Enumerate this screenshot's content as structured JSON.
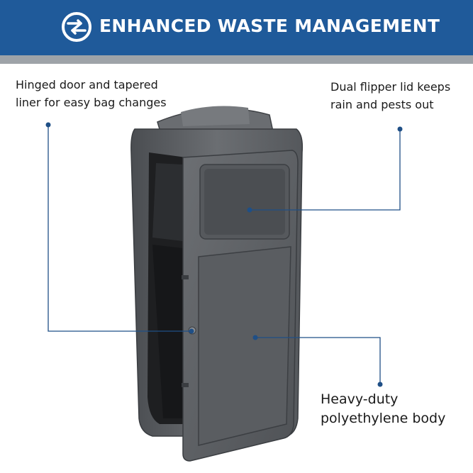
{
  "banner": {
    "title": "ENHANCED WASTE MANAGEMENT",
    "logo_icon": "recycle-arrows-logo-icon",
    "background_color": "#1f5a9a",
    "strip_color": "#9ea3a8"
  },
  "callouts": {
    "hinged_door": [
      "Hinged door and tapered",
      "liner for easy bag changes"
    ],
    "flipper_lid": [
      "Dual flipper lid keeps",
      "rain and pests out"
    ],
    "body": [
      "Heavy-duty",
      "polyethylene body"
    ]
  },
  "colors": {
    "leader_line": "#1f4f86",
    "product_body": "#5e6165"
  }
}
